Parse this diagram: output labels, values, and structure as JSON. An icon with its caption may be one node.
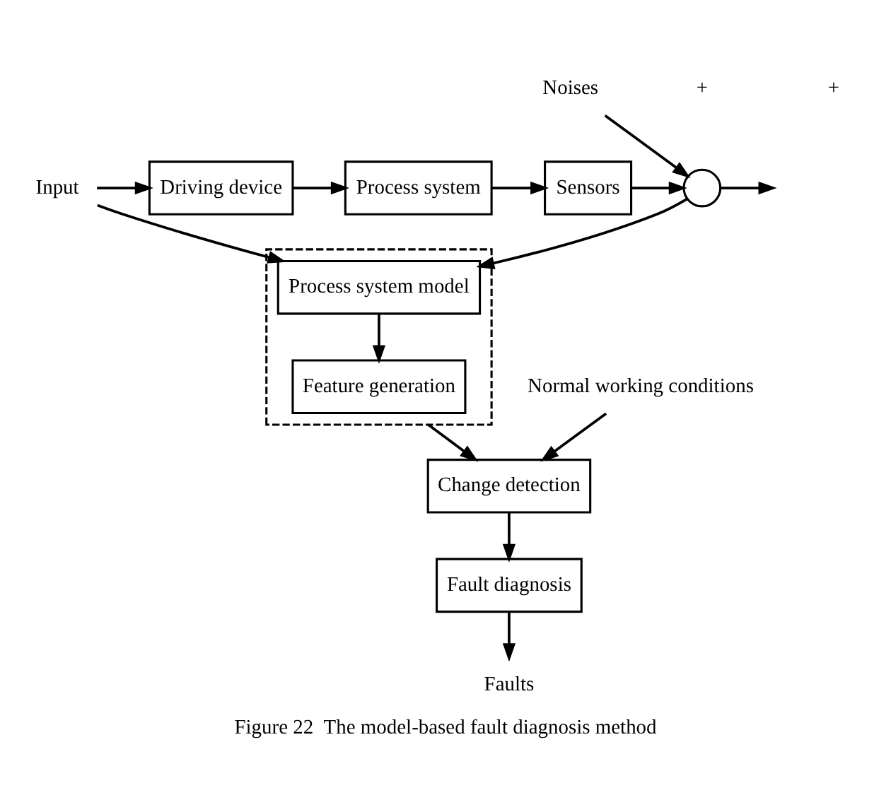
{
  "diagram": {
    "caption": "Figure 22  The model-based fault diagnosis method",
    "nodes": [
      {
        "text": [
          "Input"
        ]
      },
      {
        "text": [
          "Driving device"
        ]
      },
      {
        "text": [
          "Process system"
        ]
      },
      {
        "text": [
          "Sensors"
        ]
      },
      {
        "text": [],
        "shape": "circle"
      },
      {
        "text": [
          "Noises"
        ]
      },
      {
        "text": [],
        "shape": "box"
      },
      {
        "text": [
          "Process system model"
        ],
        "in": 6
      },
      {
        "text": [
          "Feature generation"
        ],
        "in": 6
      },
      {
        "text": [
          "Normal working conditions"
        ]
      },
      {
        "text": [
          "Change detection"
        ]
      },
      {
        "text": [
          "Fault diagnosis"
        ]
      },
      {
        "text": [
          "Faults"
        ]
      }
    ],
    "edges": [
      {
        "from": 0,
        "to": 1,
        "arrow": "to"
      },
      {
        "from": 1,
        "to": 2,
        "arrow": "to"
      },
      {
        "from": 2,
        "to": 3,
        "arrow": "to"
      },
      {
        "from": 3,
        "to": 4,
        "arrow": "to"
      },
      {
        "from": 5,
        "to": 4,
        "arrow": "to"
      },
      {
        "from": 4,
        "to": null,
        "arrow": "to"
      },
      {
        "from": 0,
        "to": 7,
        "arrow": "to"
      },
      {
        "from": 4,
        "to": 7,
        "arrow": "to"
      },
      {
        "from": 7,
        "to": 8,
        "arrow": "to"
      },
      {
        "from": 6,
        "to": 10,
        "arrow": "to"
      },
      {
        "from": 9,
        "to": 10,
        "arrow": "to"
      },
      {
        "from": 10,
        "to": 11,
        "arrow": "to"
      },
      {
        "from": 11,
        "to": 12,
        "arrow": "to"
      }
    ],
    "labels": [
      "+",
      "+"
    ]
  }
}
